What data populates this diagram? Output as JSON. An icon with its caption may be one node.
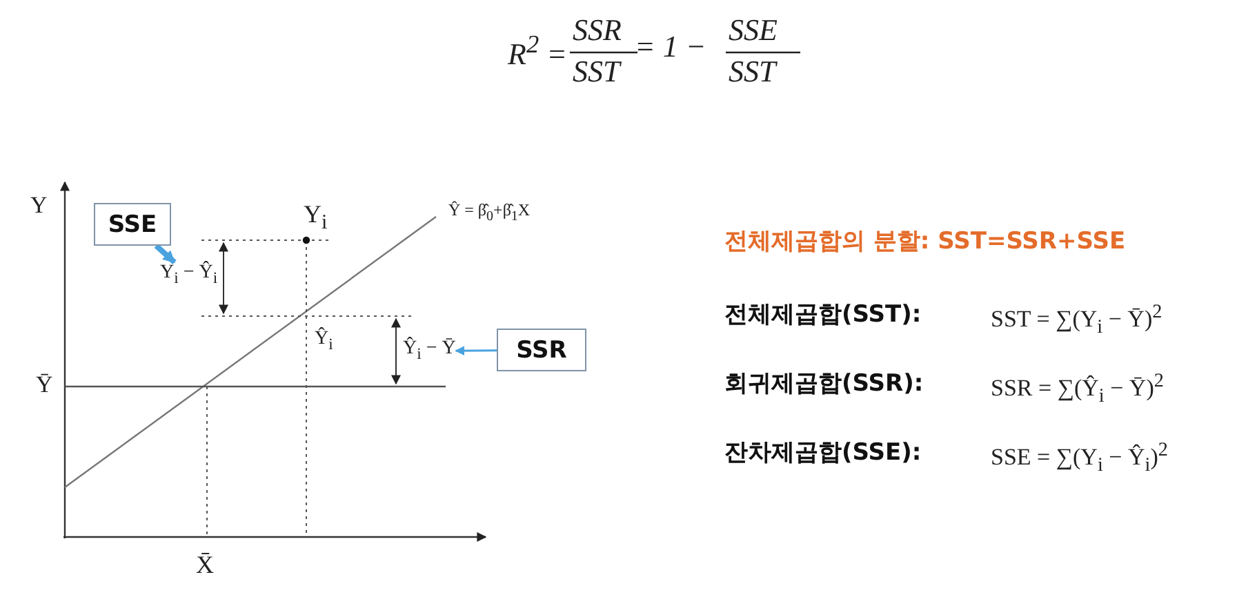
{
  "diagram": {
    "nodes": [
      {
        "text": [
          "SSE"
        ]
      },
      {
        "text": [
          "Y$_{i}$ − Ŷ$_{i}$"
        ]
      },
      {
        "text": [
          "SSR"
        ]
      },
      {
        "text": [
          "Ŷ$_{i}$ − Ȳ"
        ]
      }
    ],
    "edges": [
      {
        "from": 0,
        "to": 1,
        "arrow": "to",
        "style": "thick",
        "color": "#4aa3df"
      },
      {
        "from": 2,
        "to": 3,
        "arrow": "to",
        "color": "#4aa3df"
      }
    ],
    "labels": [
      "R$^{2}$ =",
      "SSR",
      "SST",
      "= 1 −",
      "SSE",
      "SST",
      "Y",
      "Y$_{i}$",
      "Ŷ = β̂$_{0}$+β̂$_{1}$X",
      "Ŷ$_{i}$",
      "Ȳ",
      "X̄",
      "전체제곱합의 분할: SST=SSR+SSE",
      "전체제곱합(SST):",
      "SST = ∑(Y$_{i}$ − Ȳ)$^{2}$",
      "회귀제곱합(SSR):",
      "SSR = ∑(Ŷ$_{i}$ − Ȳ)$^{2}$",
      "잔차제곱합(SSE):",
      "SSE = ∑(Y$_{i}$ − Ŷ$_{i}$)$^{2}$"
    ]
  }
}
